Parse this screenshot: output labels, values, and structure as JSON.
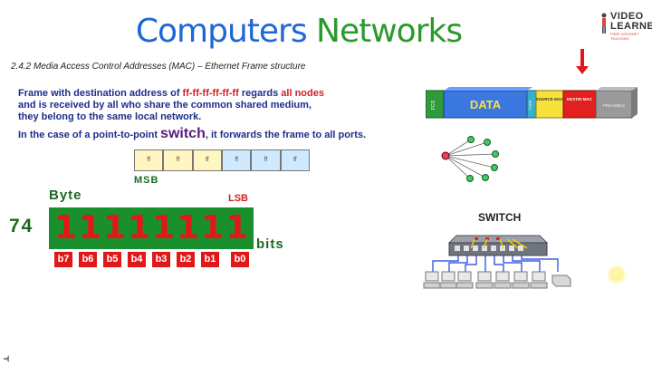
{
  "title": {
    "word1": "Computers",
    "word2": "Networks"
  },
  "logo": {
    "line1": "VIDEO",
    "line2": "LEARNER",
    "tagline": "FREE INTERNET TEACHING"
  },
  "section_heading": "2.4.2 Media Access Control Addresses (MAC) – Ethernet Frame structure",
  "paragraph": {
    "l1_a": "Frame with destination address of ",
    "l1_b": "ff-ff-ff-ff-ff-ff",
    "l1_c": " regards ",
    "l1_d": "all nodes",
    "l2": "and is received by all who share the common shared medium,",
    "l3": "they belong to the same local network.",
    "l4_a": "In the case of a point-to-point ",
    "l4_b": "switch",
    "l4_c": ",  it forwards the frame to all ports."
  },
  "msb_table": {
    "cells": [
      "ff",
      "ff",
      "ff",
      "ff",
      "ff",
      "ff"
    ],
    "label": "MSB"
  },
  "byte_diagram": {
    "byte_label": "Byte",
    "lsb_label": "LSB",
    "value": "74",
    "bits": [
      "1",
      "1",
      "1",
      "1",
      "1",
      "1",
      "1",
      "1"
    ],
    "bit_labels": [
      "b7",
      "b6",
      "b5",
      "b4",
      "b3",
      "b2",
      "b1",
      "b0"
    ],
    "bits_label": "bits"
  },
  "frame": {
    "segments": [
      "FCS",
      "DATA",
      "TYPE",
      "SOURCE MAC",
      "DESTIN MAC",
      "PREAMBLE"
    ]
  },
  "switch": {
    "label": "SWITCH"
  },
  "colors": {
    "title_blue": "#1f66d6",
    "title_green": "#2a9a2a",
    "text_blue": "#1c2e8a",
    "accent_red": "#d42020",
    "byte_green": "#1a8f2e"
  }
}
